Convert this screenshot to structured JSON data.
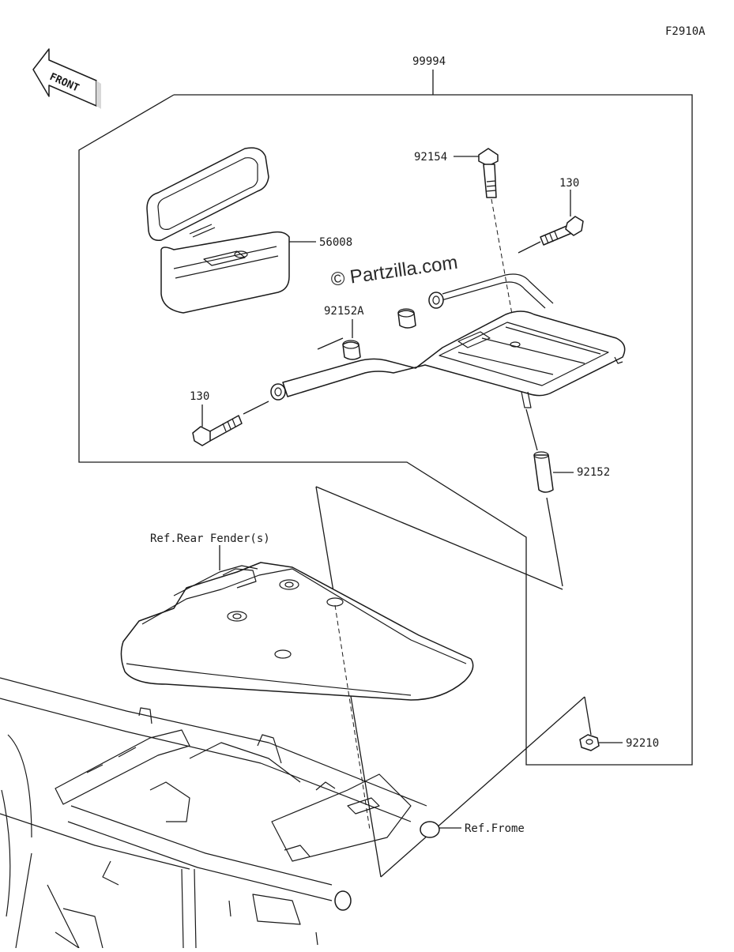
{
  "figure_code": "F2910A",
  "front_label": "FRONT",
  "watermark": "© Partzilla.com",
  "callouts": {
    "assembly": "99994",
    "top_case": "56008",
    "bolt_long": "92154",
    "bolt_right": "130",
    "collar_a": "92152A",
    "bolt_left": "130",
    "collar": "92152",
    "nut": "92210",
    "ref_fender": "Ref.Rear Fender(s)",
    "ref_frame": "Ref.Frome"
  }
}
